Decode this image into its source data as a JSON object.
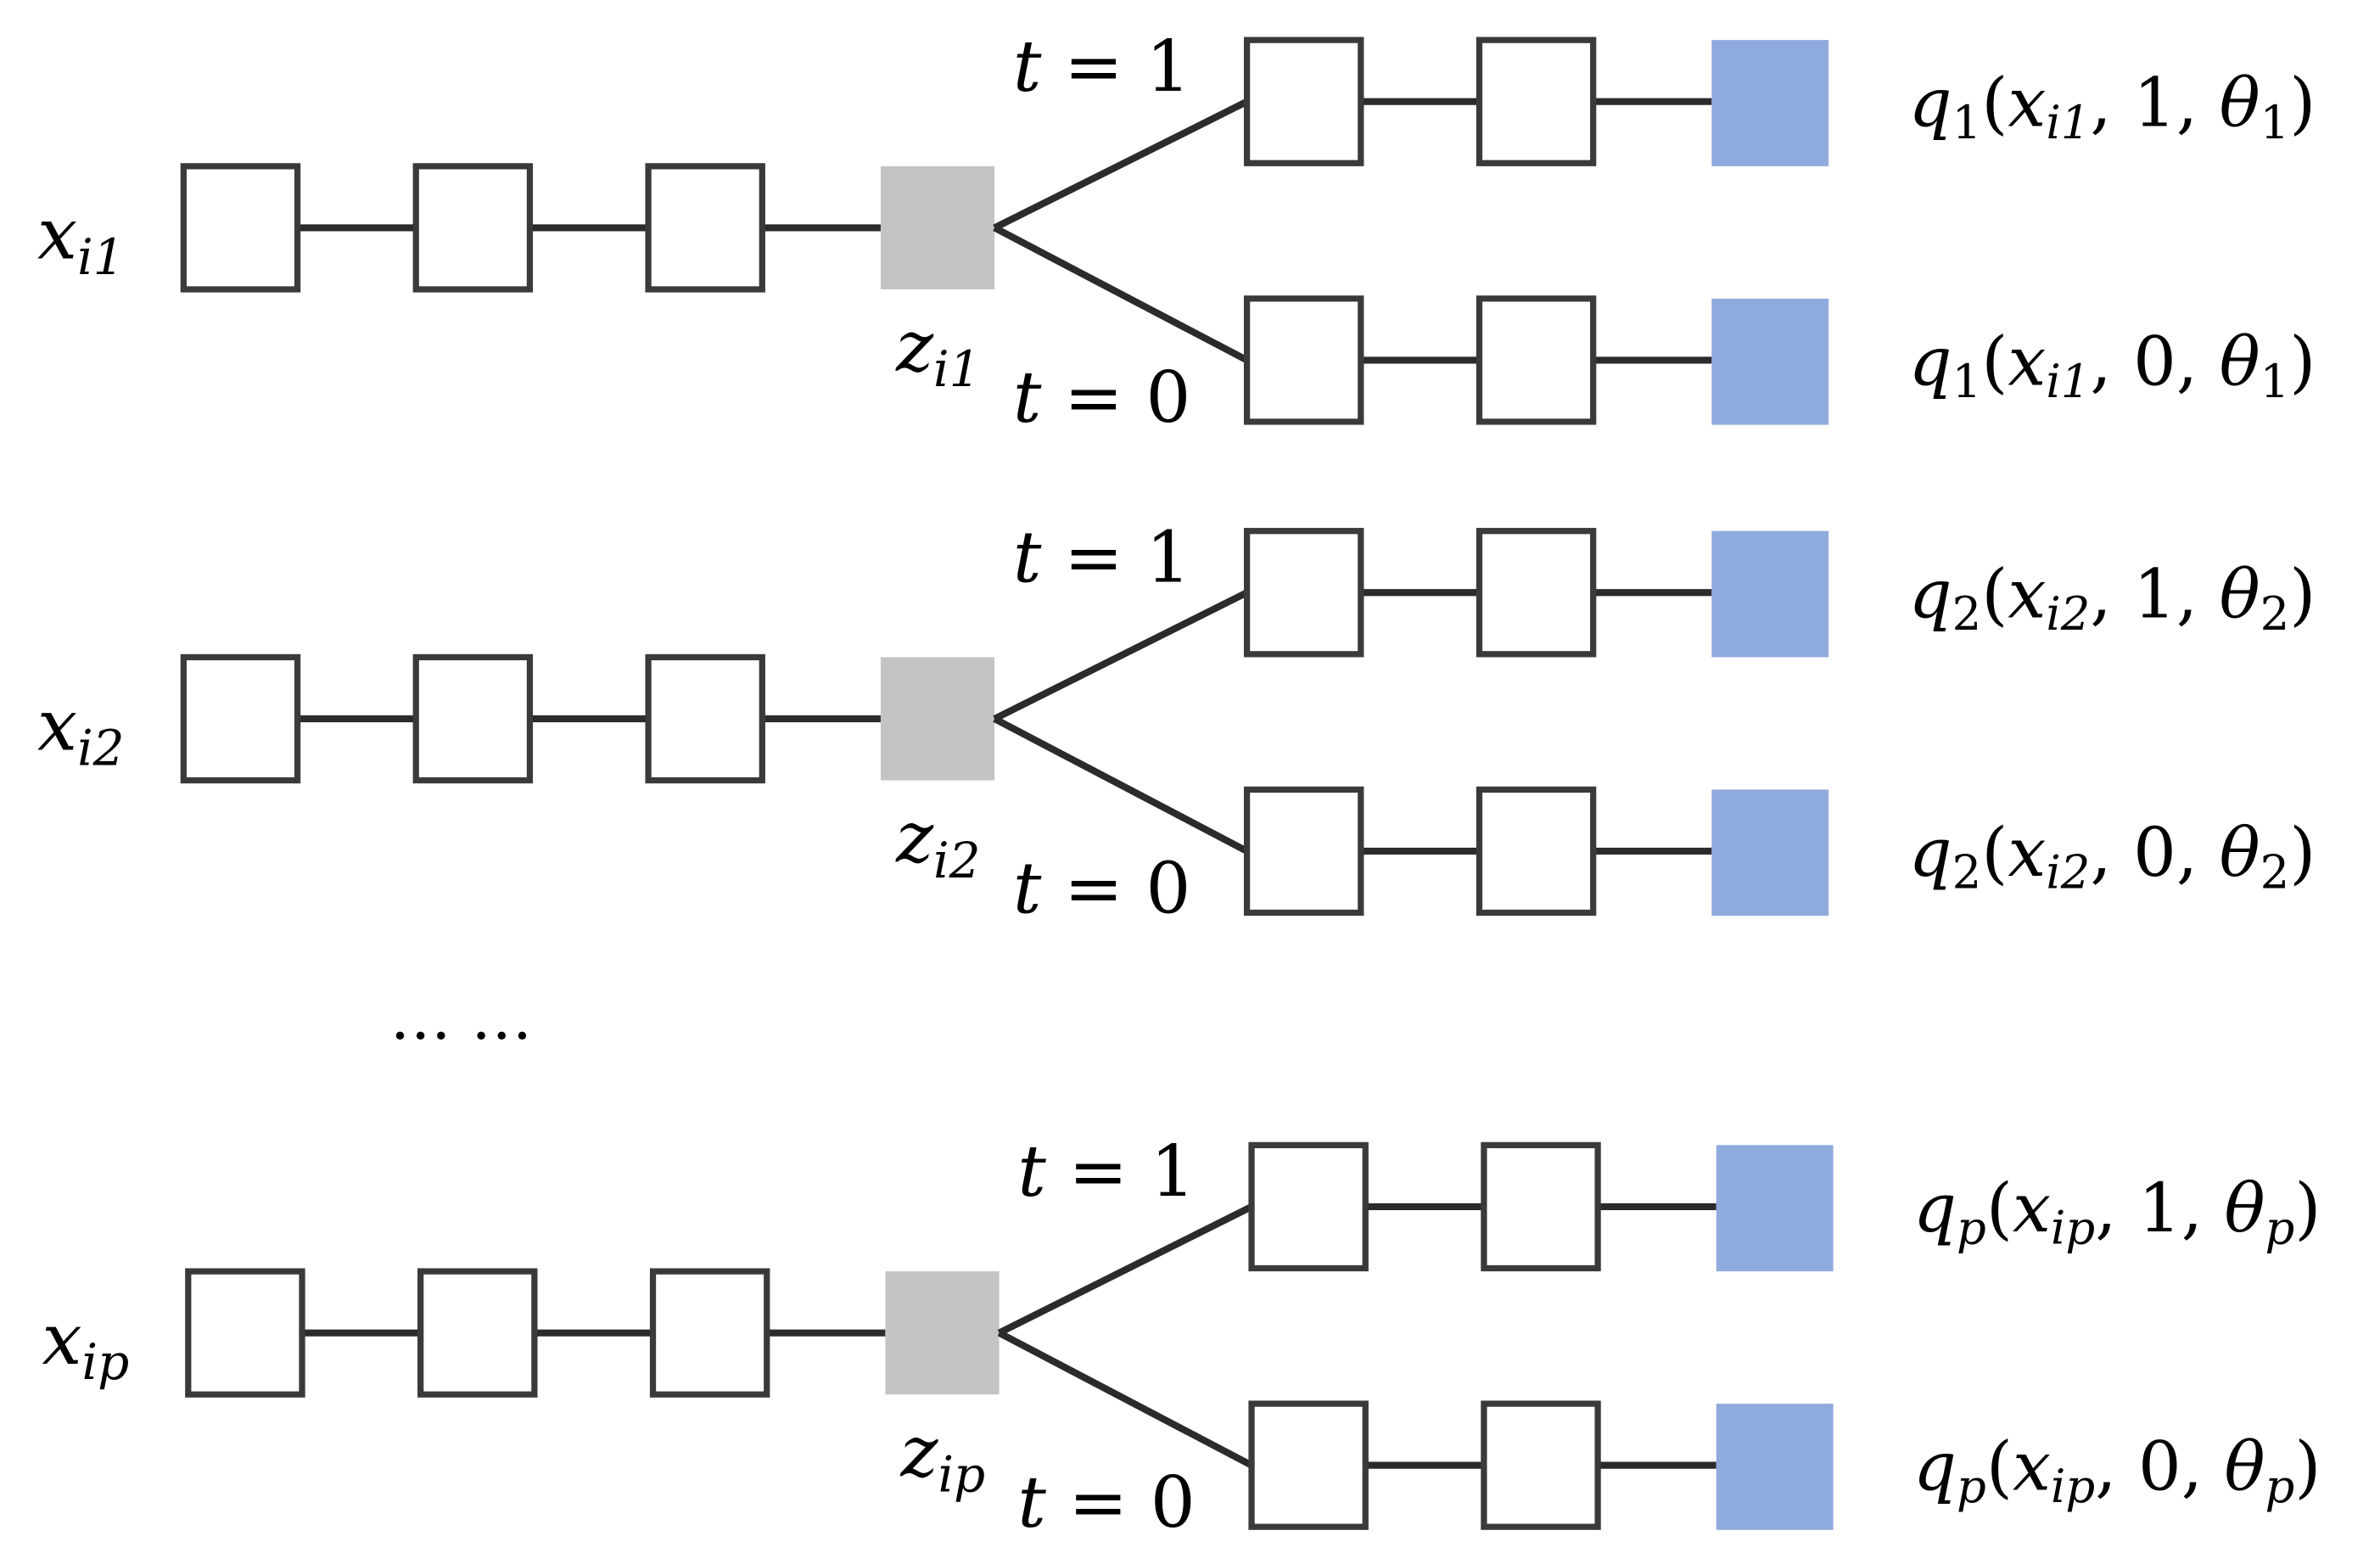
{
  "colors": {
    "latent_node": "#c4c4c4",
    "output_node": "#8faadc",
    "hidden_node_fill": "#ffffff",
    "edge": "#2b2b2b"
  },
  "rows": [
    {
      "input": {
        "var": "x",
        "sub": "i1"
      },
      "latent": {
        "var": "z",
        "sub": "i1"
      },
      "branches": [
        {
          "t_label": "t = 1",
          "output": {
            "func": "q",
            "func_sub": "1",
            "arg_var": "x",
            "arg_sub": "i1",
            "t_value": "1",
            "theta_sub": "1"
          }
        },
        {
          "t_label": "t = 0",
          "output": {
            "func": "q",
            "func_sub": "1",
            "arg_var": "x",
            "arg_sub": "i1",
            "t_value": "0",
            "theta_sub": "1"
          }
        }
      ]
    },
    {
      "input": {
        "var": "x",
        "sub": "i2"
      },
      "latent": {
        "var": "z",
        "sub": "i2"
      },
      "branches": [
        {
          "t_label": "t = 1",
          "output": {
            "func": "q",
            "func_sub": "2",
            "arg_var": "x",
            "arg_sub": "i2",
            "t_value": "1",
            "theta_sub": "2"
          }
        },
        {
          "t_label": "t = 0",
          "output": {
            "func": "q",
            "func_sub": "2",
            "arg_var": "x",
            "arg_sub": "i2",
            "t_value": "0",
            "theta_sub": "2"
          }
        }
      ]
    },
    {
      "input": {
        "var": "x",
        "sub": "ip"
      },
      "latent": {
        "var": "z",
        "sub": "ip"
      },
      "branches": [
        {
          "t_label": "t = 1",
          "output": {
            "func": "q",
            "func_sub": "p",
            "arg_var": "x",
            "arg_sub": "ip",
            "t_value": "1",
            "theta_sub": "p"
          }
        },
        {
          "t_label": "t = 0",
          "output": {
            "func": "q",
            "func_sub": "p",
            "arg_var": "x",
            "arg_sub": "ip",
            "t_value": "0",
            "theta_sub": "p"
          }
        }
      ]
    }
  ],
  "ellipsis": "… …"
}
